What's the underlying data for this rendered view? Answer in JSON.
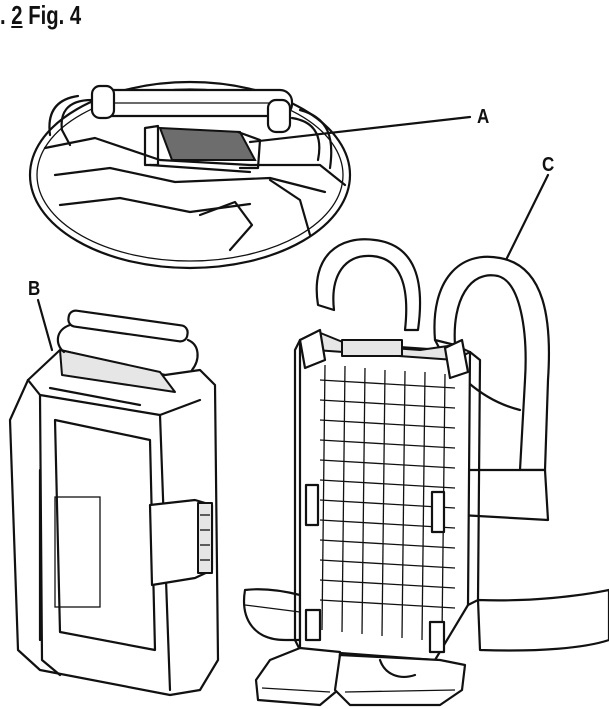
{
  "figure": {
    "caption_prefix": ". ",
    "caption_num": "2",
    "caption_rest": " Fig. 4",
    "labels": {
      "a": "A",
      "b": "B",
      "c": "C"
    }
  }
}
